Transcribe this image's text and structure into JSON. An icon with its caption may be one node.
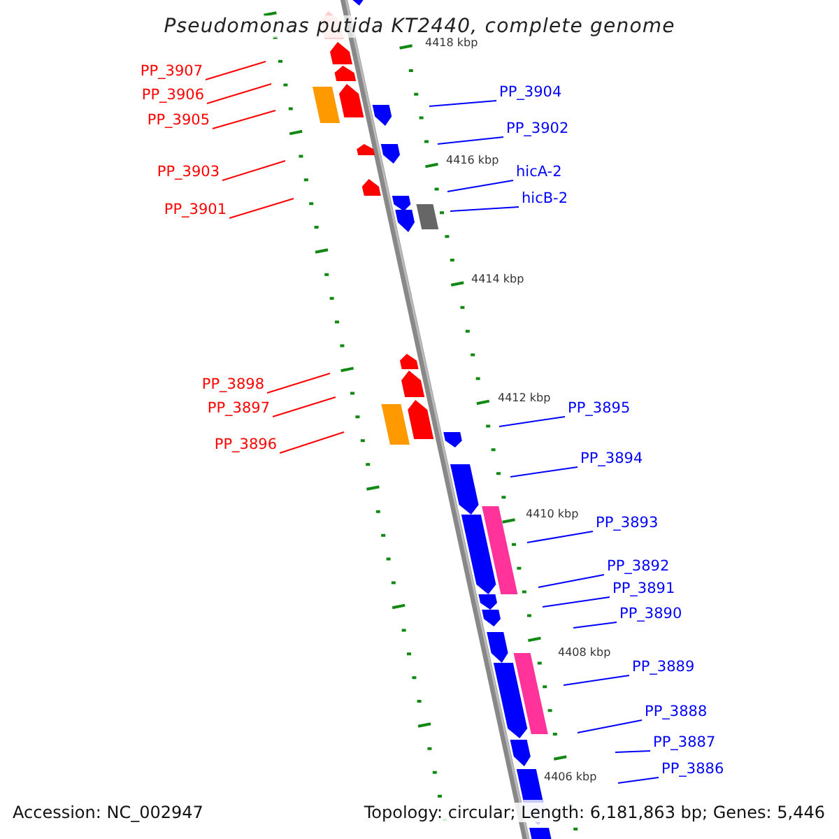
{
  "diagram": {
    "title": "Pseudomonas putida KT2440, complete genome",
    "nodes": [
      {
        "text": [
          "PP_3907"
        ]
      },
      {
        "text": [
          "PP_3904"
        ]
      },
      {
        "text": [
          "PP_3906"
        ]
      },
      {
        "text": [
          "PP_3905"
        ]
      },
      {
        "text": [
          "PP_3902"
        ]
      },
      {
        "text": [
          "PP_3903"
        ]
      },
      {
        "text": [
          "hicA-2"
        ]
      },
      {
        "text": [
          "PP_3901"
        ]
      },
      {
        "text": [
          "hicB-2"
        ]
      },
      {
        "text": [
          "PP_3898"
        ]
      },
      {
        "text": [
          "PP_3897"
        ]
      },
      {
        "text": [
          "PP_3895"
        ]
      },
      {
        "text": [
          "PP_3896"
        ]
      },
      {
        "text": [
          "PP_3894"
        ]
      },
      {
        "text": [
          "PP_3893"
        ]
      },
      {
        "text": [
          "PP_3892"
        ]
      },
      {
        "text": [
          "PP_3891"
        ]
      },
      {
        "text": [
          "PP_3890"
        ]
      },
      {
        "text": [
          "PP_3889"
        ]
      },
      {
        "text": [
          "PP_3888"
        ]
      },
      {
        "text": [
          "PP_3887"
        ]
      },
      {
        "text": [
          "PP_3886"
        ]
      }
    ],
    "edges": [
      {
        "from": 0,
        "to": null,
        "arrow": "none",
        "color": "#ff0000"
      },
      {
        "from": 1,
        "to": null,
        "arrow": "none"
      },
      {
        "from": 2,
        "to": null,
        "arrow": "none",
        "color": "#ff0000"
      },
      {
        "from": 3,
        "to": null,
        "arrow": "none",
        "color": "#ff0000"
      },
      {
        "from": 4,
        "to": null,
        "arrow": "none"
      },
      {
        "from": 5,
        "to": null,
        "arrow": "none",
        "color": "#ff0000"
      },
      {
        "from": 6,
        "to": null,
        "arrow": "none"
      },
      {
        "from": 7,
        "to": null,
        "arrow": "none",
        "color": "#ff0000"
      },
      {
        "from": 8,
        "to": null,
        "arrow": "none"
      },
      {
        "from": 9,
        "to": null,
        "arrow": "none",
        "color": "#ff0000"
      },
      {
        "from": 10,
        "to": null,
        "arrow": "none",
        "color": "#ff0000"
      },
      {
        "from": 11,
        "to": null,
        "arrow": "none"
      },
      {
        "from": 12,
        "to": null,
        "arrow": "none",
        "color": "#ff0000"
      },
      {
        "from": 13,
        "to": null,
        "arrow": "none"
      },
      {
        "from": 14,
        "to": null,
        "arrow": "none"
      },
      {
        "from": 15,
        "to": null,
        "arrow": "none"
      },
      {
        "from": 16,
        "to": null,
        "arrow": "none"
      },
      {
        "from": 17,
        "to": null,
        "arrow": "none"
      },
      {
        "from": 18,
        "to": null,
        "arrow": "none"
      },
      {
        "from": 19,
        "to": null,
        "arrow": "none"
      },
      {
        "from": 20,
        "to": null,
        "arrow": "none"
      },
      {
        "from": 21,
        "to": null,
        "arrow": "none"
      }
    ],
    "labels": [
      "4418 kbp",
      "4416 kbp",
      "4414 kbp",
      "4412 kbp",
      "4410 kbp",
      "4408 kbp",
      "4406 kbp",
      "Accession: NC_002947",
      "Topology: circular; Length: 6,181,863 bp; Genes: 5,446"
    ]
  }
}
